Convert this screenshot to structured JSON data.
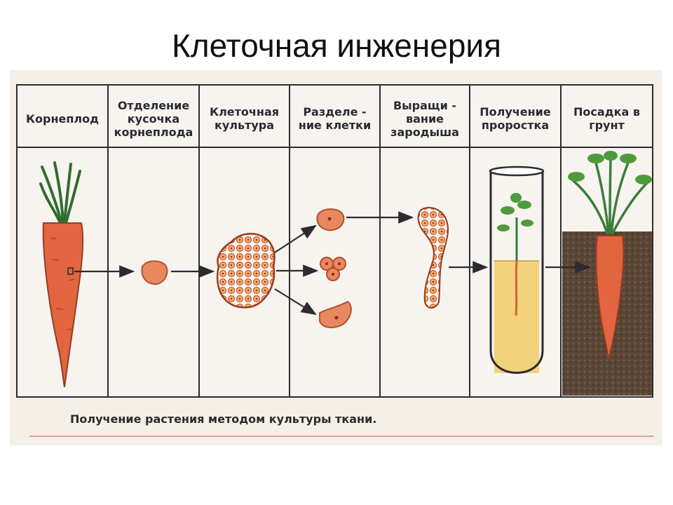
{
  "title": "Клеточная инженерия",
  "steps": [
    {
      "label": "Корнеплод"
    },
    {
      "label": "Отделение кусочка корнеплода"
    },
    {
      "label": "Клеточная культура"
    },
    {
      "label": "Разделе - ние клетки"
    },
    {
      "label": "Выращи - вание зародыша"
    },
    {
      "label": "Получение проростка"
    },
    {
      "label": "Посадка в грунт"
    }
  ],
  "caption": "Получение растения методом культуры ткани.",
  "colors": {
    "carrot": "#e1663f",
    "leaves": "#3a7d3a",
    "cell": "#e27b5c",
    "soil": "#5a4636",
    "line": "#2b2b30",
    "rule": "#e8a0a8"
  }
}
